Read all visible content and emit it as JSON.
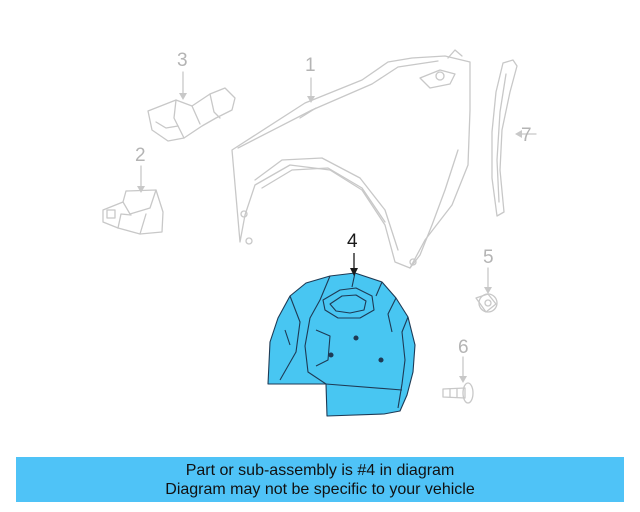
{
  "callouts": {
    "c1": "1",
    "c2": "2",
    "c3": "3",
    "c4": "4",
    "c5": "5",
    "c6": "6",
    "c7": "7"
  },
  "banner": {
    "line1": "Part or sub-assembly is #4 in diagram",
    "line2": "Diagram may not be specific to your vehicle"
  },
  "colors": {
    "highlight_fill": "#48c6f2",
    "banner_bg": "#4fc3f7",
    "line_art": "#c8c8c8"
  }
}
